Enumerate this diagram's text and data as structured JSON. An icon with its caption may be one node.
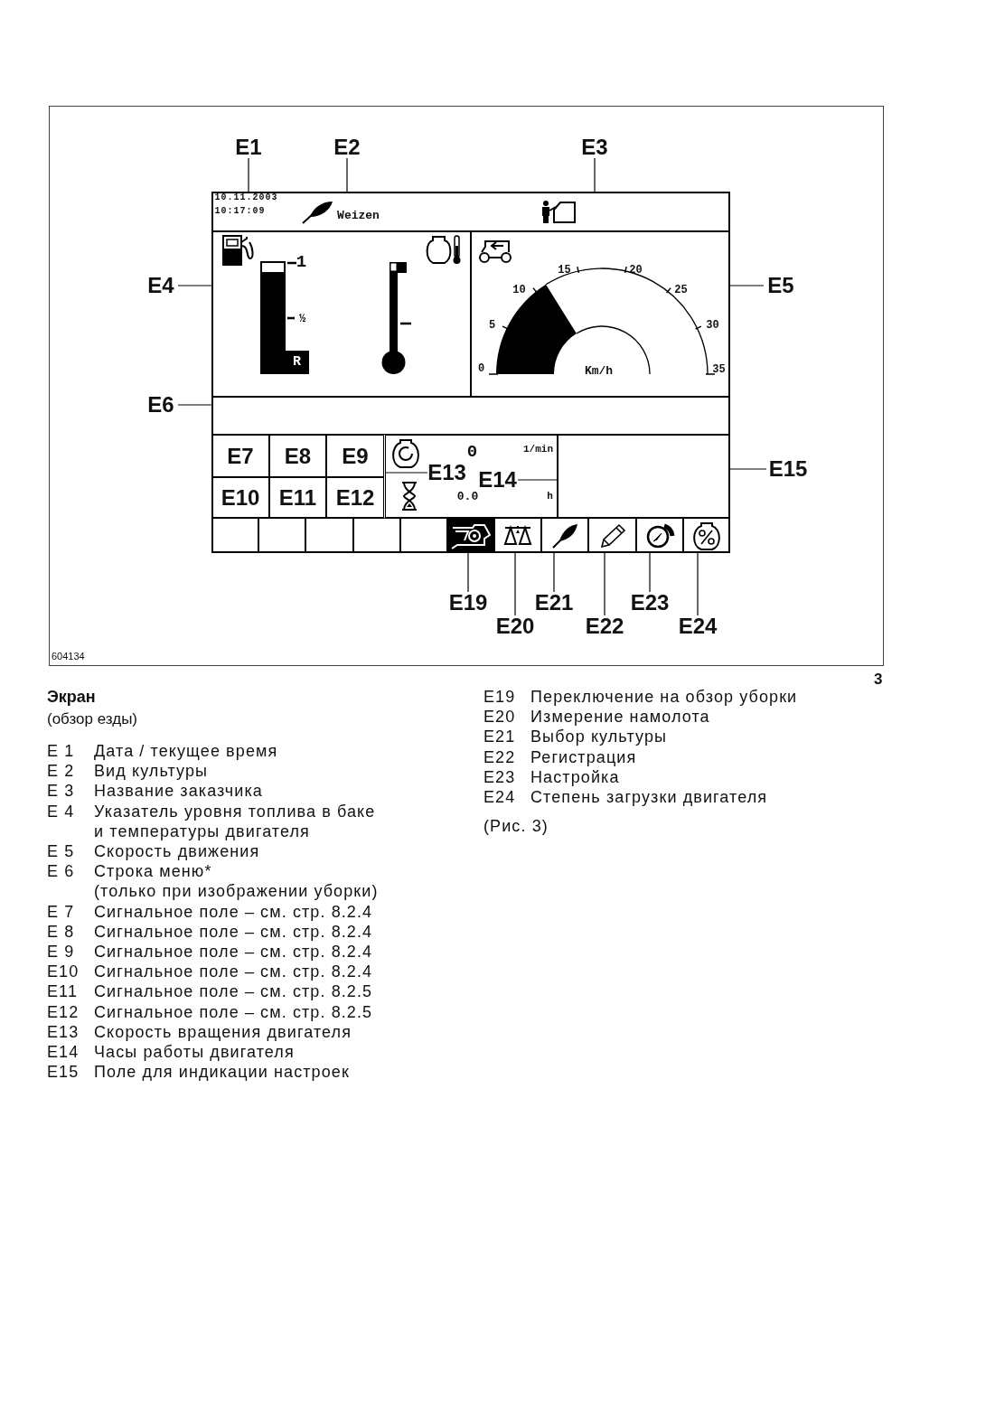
{
  "diagram": {
    "nodes": [
      {
        "text": [
          "E1"
        ]
      },
      {
        "text": [
          "E2"
        ]
      },
      {
        "text": [
          "E3"
        ]
      },
      {
        "text": [],
        "shape": "box"
      },
      {
        "text": [
          "10.11.2003",
          "10:17:09",
          "Weizen"
        ],
        "in": 3
      },
      {
        "text": [
          "E4"
        ]
      },
      {
        "text": [
          "1",
          "½",
          "R"
        ],
        "in": 3
      },
      {
        "text": [
          "15",
          "20",
          "10",
          "25",
          "5",
          "30",
          "0",
          "Km/h",
          "35"
        ],
        "in": 3
      },
      {
        "text": [
          "E5"
        ]
      },
      {
        "text": [
          "E6"
        ]
      },
      {
        "text": [],
        "shape": "box",
        "in": 3
      },
      {
        "text": [
          "E7"
        ],
        "in": 3
      },
      {
        "text": [
          "E8"
        ],
        "in": 3
      },
      {
        "text": [
          "E9"
        ],
        "in": 3
      },
      {
        "text": [
          "E10"
        ],
        "in": 3
      },
      {
        "text": [
          "E11"
        ],
        "in": 3
      },
      {
        "text": [
          "E12"
        ],
        "in": 3
      },
      {
        "text": [
          "0",
          "1/min",
          "0.0",
          "h"
        ],
        "in": 3
      },
      {
        "text": [
          "E13"
        ],
        "in": 17
      },
      {
        "text": [
          "E14"
        ],
        "in": 17
      },
      {
        "text": [],
        "shape": "box",
        "in": 3
      },
      {
        "text": [
          "E15"
        ]
      },
      {
        "text": [],
        "shape": "box",
        "in": 3
      },
      {
        "text": [],
        "shape": "box",
        "in": 3
      },
      {
        "text": [],
        "shape": "box",
        "in": 3
      },
      {
        "text": [],
        "shape": "box",
        "in": 3
      },
      {
        "text": [],
        "shape": "box",
        "in": 3
      },
      {
        "text": [],
        "shape": "box",
        "in": 3
      },
      {
        "text": [],
        "shape": "box",
        "in": 3
      },
      {
        "text": [],
        "shape": "box",
        "in": 3
      },
      {
        "text": [],
        "shape": "box",
        "in": 3
      },
      {
        "text": [],
        "shape": "box",
        "in": 3
      },
      {
        "text": [],
        "shape": "box",
        "in": 3
      },
      {
        "text": [
          "E19"
        ]
      },
      {
        "text": [
          "E20"
        ]
      },
      {
        "text": [
          "E21"
        ]
      },
      {
        "text": [
          "E22"
        ]
      },
      {
        "text": [
          "E23"
        ]
      },
      {
        "text": [
          "E24"
        ]
      }
    ],
    "edges": [
      {
        "from": 0,
        "to": 4,
        "arrow": "none"
      },
      {
        "from": 1,
        "to": 4,
        "arrow": "none"
      },
      {
        "from": 2,
        "to": 4,
        "arrow": "none"
      },
      {
        "from": 5,
        "to": 6,
        "arrow": "none"
      },
      {
        "from": 8,
        "to": 7,
        "arrow": "none"
      },
      {
        "from": 9,
        "to": 10,
        "arrow": "none"
      },
      {
        "from": 18,
        "to": 17,
        "arrow": "none"
      },
      {
        "from": 19,
        "to": 17,
        "arrow": "none"
      },
      {
        "from": 21,
        "to": 20,
        "arrow": "none"
      },
      {
        "from": 33,
        "to": 27,
        "arrow": "none"
      },
      {
        "from": 34,
        "to": 28,
        "arrow": "none"
      },
      {
        "from": 35,
        "to": 29,
        "arrow": "none"
      },
      {
        "from": 36,
        "to": 30,
        "arrow": "none"
      },
      {
        "from": 37,
        "to": 31,
        "arrow": "none"
      },
      {
        "from": 38,
        "to": 32,
        "arrow": "none"
      }
    ],
    "labels": [
      "604134",
      "3",
      "Экран",
      "(обзор езды)",
      "E 1",
      "Дата / текущее время",
      "E 2",
      "Вид культуры",
      "E 3",
      "Название заказчика",
      "E 4",
      "Указатель уровня топлива в баке и температуры двигателя",
      "E 5",
      "Скорость движения",
      "E 6",
      "Строка меню*",
      "(только при изображении уборки)",
      "E 7",
      "Сигнальное поле – см. стр. 8.2.4",
      "E 8",
      "Сигнальное поле – см. стр. 8.2.4",
      "E 9",
      "Сигнальное поле – см. стр. 8.2.4",
      "E10",
      "Сигнальное поле – см. стр. 8.2.4",
      "E11",
      "Сигнальное поле – см. стр. 8.2.5",
      "E12",
      "Сигнальное поле – см. стр. 8.2.5",
      "E13",
      "Скорость вращения двигателя",
      "E14",
      "Часы работы двигателя",
      "E15",
      "Поле для индикации настроек",
      "E19",
      "Переключение на обзор уборки",
      "E20",
      "Измерение намолота",
      "E21",
      "Выбор культуры",
      "E22",
      "Регистрация",
      "E23",
      "Настройка",
      "E24",
      "Степень загрузки двигателя",
      "(Рис. 3)"
    ]
  }
}
